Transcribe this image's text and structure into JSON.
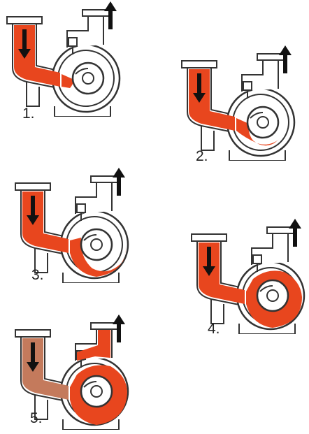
{
  "steps": [
    {
      "label": "1.",
      "liquid_level": 0.15
    },
    {
      "label": "2.",
      "liquid_level": 0.35
    },
    {
      "label": "3.",
      "liquid_level": 0.55
    },
    {
      "label": "4.",
      "liquid_level": 0.8
    },
    {
      "label": "5.",
      "liquid_level": 1.0
    }
  ],
  "colors": {
    "liquid": "#e8461e",
    "liquid_spent": "#c47a5c",
    "outline": "#333333",
    "arrow": "#111111",
    "background": "#ffffff"
  },
  "icons": {
    "inflow": "arrow-down-icon",
    "outflow": "arrow-up-icon",
    "impeller": "impeller-icon"
  }
}
